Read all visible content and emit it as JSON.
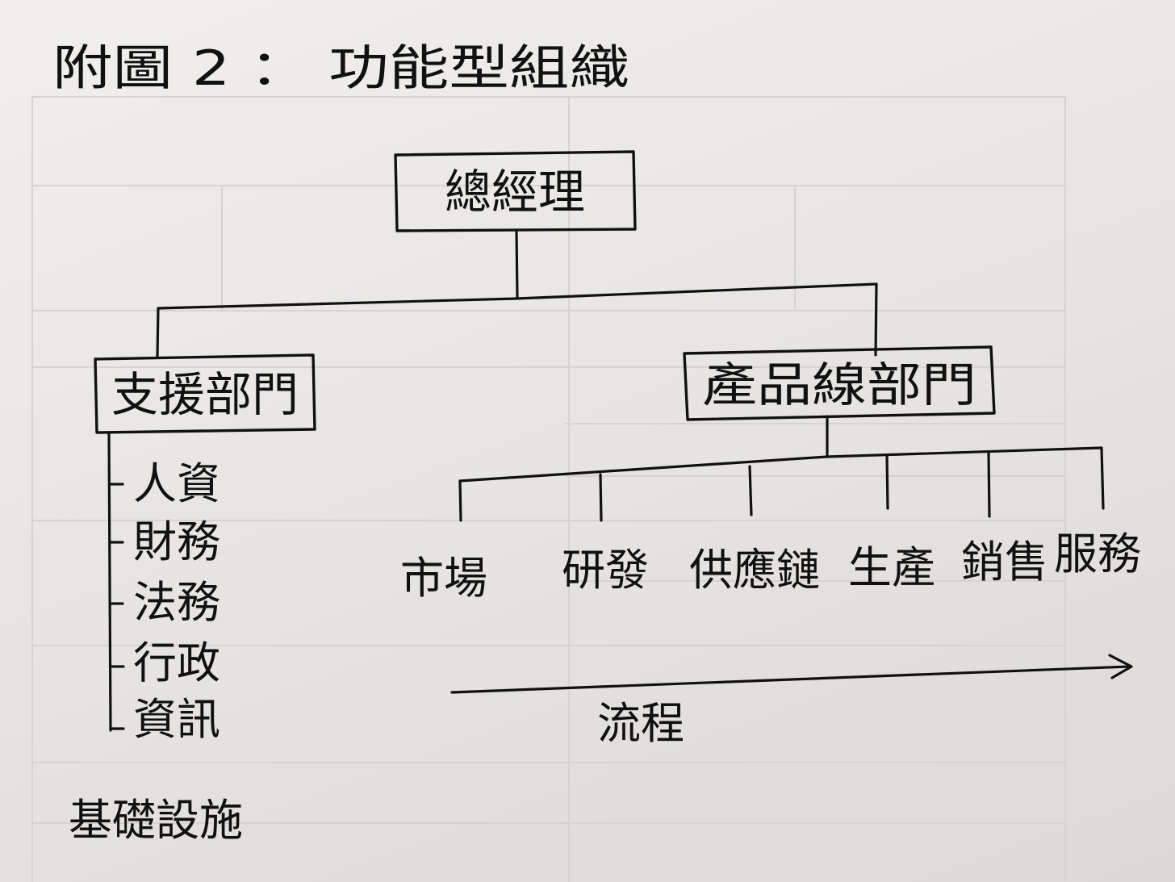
{
  "title": "附圖 2 ： 功能型組織",
  "root": {
    "label": "總經理"
  },
  "support": {
    "label": "支援部門",
    "items": [
      "人資",
      "財務",
      "法務",
      "行政",
      "資訊"
    ],
    "footer": "基礎設施"
  },
  "product": {
    "label": "產品線部門",
    "items": [
      "市場",
      "研發",
      "供應鏈",
      "生產",
      "銷售",
      "服務"
    ]
  },
  "flow": {
    "label": "流程"
  }
}
